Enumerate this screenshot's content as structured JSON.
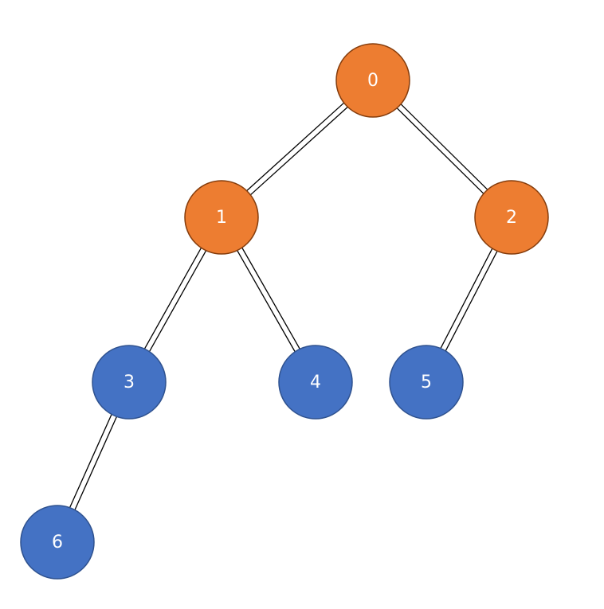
{
  "diagram": {
    "type": "tree",
    "nodes": [
      {
        "id": "0",
        "label": "0",
        "color": "#ED7D31",
        "border": "#843C0C"
      },
      {
        "id": "1",
        "label": "1",
        "color": "#ED7D31",
        "border": "#843C0C"
      },
      {
        "id": "2",
        "label": "2",
        "color": "#ED7D31",
        "border": "#843C0C"
      },
      {
        "id": "3",
        "label": "3",
        "color": "#4472C4",
        "border": "#2F528F"
      },
      {
        "id": "4",
        "label": "4",
        "color": "#4472C4",
        "border": "#2F528F"
      },
      {
        "id": "5",
        "label": "5",
        "color": "#4472C4",
        "border": "#2F528F"
      },
      {
        "id": "6",
        "label": "6",
        "color": "#4472C4",
        "border": "#2F528F"
      }
    ],
    "edges": [
      {
        "from": "0",
        "to": "1"
      },
      {
        "from": "0",
        "to": "2"
      },
      {
        "from": "1",
        "to": "3"
      },
      {
        "from": "1",
        "to": "4"
      },
      {
        "from": "2",
        "to": "5"
      },
      {
        "from": "3",
        "to": "6"
      }
    ]
  }
}
